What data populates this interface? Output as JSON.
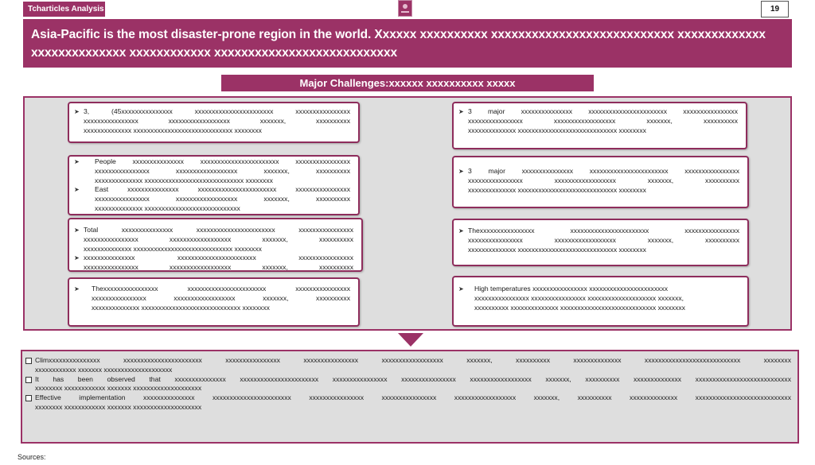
{
  "header": {
    "tag_label": "Tcharticles Analysis",
    "page_number": "19"
  },
  "banner": {
    "line1": "Asia-Pacific is the most disaster-prone region in the world. Xxxxxx xxxxxxxxxx xxxxxxxxxxxxxxxxxxxxxxxxxxx xxxxxxxxxxxxx",
    "line2": "xxxxxxxxxxxxxx xxxxxxxxxxxx xxxxxxxxxxxxxxxxxxxxxxxxxxx"
  },
  "subheading": "Major Challenges:xxxxxx xxxxxxxxxx xxxxx",
  "cards": {
    "c1": {
      "l1": "3,  (45xxxxxxxxxxxxxxx  xxxxxxxxxxxxxxxxxxxxxxx  xxxxxxxxxxxxxxxx",
      "l2": "xxxxxxxxxxxxxxxx  xxxxxxxxxxxxxxxxxx  xxxxxxx,  xxxxxxxxxx",
      "l3": "xxxxxxxxxxxxxx xxxxxxxxxxxxxxxxxxxxxxxxxxxxx xxxxxxxx"
    },
    "c2": {
      "a1": "People  xxxxxxxxxxxxxxx  xxxxxxxxxxxxxxxxxxxxxxx  xxxxxxxxxxxxxxxx",
      "a2": "xxxxxxxxxxxxxxxx  xxxxxxxxxxxxxxxxxx  xxxxxxx,  xxxxxxxxxx",
      "a3": "xxxxxxxxxxxxxx xxxxxxxxxxxxxxxxxxxxxxxxxxxxx xxxxxxxx",
      "b1": "East  xxxxxxxxxxxxxxx  xxxxxxxxxxxxxxxxxxxxxxx  xxxxxxxxxxxxxxxx",
      "b2": "xxxxxxxxxxxxxxxx  xxxxxxxxxxxxxxxxxx  xxxxxxx,  xxxxxxxxxx",
      "b3": "xxxxxxxxxxxxxx xxxxxxxxxxxxxxxxxxxxxxxxxxxx"
    },
    "c3": {
      "a1": "Total  xxxxxxxxxxxxxxx  xxxxxxxxxxxxxxxxxxxxxxx  xxxxxxxxxxxxxxxx",
      "a2": "xxxxxxxxxxxxxxxx  xxxxxxxxxxxxxxxxxx  xxxxxxx,  xxxxxxxxxx",
      "a3": "xxxxxxxxxxxxxx xxxxxxxxxxxxxxxxxxxxxxxxxxxxx xxxxxxxx",
      "b1": "xxxxxxxxxxxxxxx  xxxxxxxxxxxxxxxxxxxxxxx  xxxxxxxxxxxxxxxx",
      "b2": "xxxxxxxxxxxxxxxx  xxxxxxxxxxxxxxxxxx  xxxxxxx,  xxxxxxxxxx"
    },
    "c4": {
      "l1": "Thexxxxxxxxxxxxxxxx  xxxxxxxxxxxxxxxxxxxxxxx  xxxxxxxxxxxxxxxx",
      "l2": "xxxxxxxxxxxxxxxx  xxxxxxxxxxxxxxxxxx  xxxxxxx,  xxxxxxxxxx",
      "l3": "xxxxxxxxxxxxxx xxxxxxxxxxxxxxxxxxxxxxxxxxxxx xxxxxxxx"
    },
    "c5": {
      "l1": "3  major  xxxxxxxxxxxxxxx  xxxxxxxxxxxxxxxxxxxxxxx  xxxxxxxxxxxxxxxx",
      "l2": "xxxxxxxxxxxxxxxx  xxxxxxxxxxxxxxxxxx  xxxxxxx,  xxxxxxxxxx",
      "l3": "xxxxxxxxxxxxxx xxxxxxxxxxxxxxxxxxxxxxxxxxxxx xxxxxxxx"
    },
    "c6": {
      "l1": "3  major  xxxxxxxxxxxxxxx  xxxxxxxxxxxxxxxxxxxxxxx  xxxxxxxxxxxxxxxx",
      "l2": "xxxxxxxxxxxxxxxx  xxxxxxxxxxxxxxxxxx  xxxxxxx,  xxxxxxxxxx",
      "l3": "xxxxxxxxxxxxxx xxxxxxxxxxxxxxxxxxxxxxxxxxxxx xxxxxxxx"
    },
    "c7": {
      "l1": "Thexxxxxxxxxxxxxxxx  xxxxxxxxxxxxxxxxxxxxxxx  xxxxxxxxxxxxxxxx",
      "l2": "xxxxxxxxxxxxxxxx  xxxxxxxxxxxxxxxxxx  xxxxxxx,  xxxxxxxxxx",
      "l3": "xxxxxxxxxxxxxx xxxxxxxxxxxxxxxxxxxxxxxxxxxxx xxxxxxxx"
    },
    "c8": {
      "l1": "High temperatures xxxxxxxxxxxxxxxx xxxxxxxxxxxxxxxxxxxxxxx",
      "l2": "xxxxxxxxxxxxxxxx xxxxxxxxxxxxxxxx xxxxxxxxxxxxxxxxxxxx xxxxxxx,",
      "l3": "xxxxxxxxxx xxxxxxxxxxxxxx xxxxxxxxxxxxxxxxxxxxxxxxxxxx xxxxxxxx"
    }
  },
  "bottom": {
    "b1l1": "Climxxxxxxxxxxxxxxx  xxxxxxxxxxxxxxxxxxxxxxx  xxxxxxxxxxxxxxxx  xxxxxxxxxxxxxxxx  xxxxxxxxxxxxxxxxxx  xxxxxxx,  xxxxxxxxxx  xxxxxxxxxxxxxx  xxxxxxxxxxxxxxxxxxxxxxxxxxxx  xxxxxxxx",
    "b1l2": "xxxxxxxxxxxx xxxxxxx xxxxxxxxxxxxxxxxxxxx",
    "b2l1": "It has been observed that xxxxxxxxxxxxxxx xxxxxxxxxxxxxxxxxxxxxxx xxxxxxxxxxxxxxxx xxxxxxxxxxxxxxxx xxxxxxxxxxxxxxxxxx xxxxxxx, xxxxxxxxxx xxxxxxxxxxxxxx xxxxxxxxxxxxxxxxxxxxxxxxxxxx",
    "b2l2": "xxxxxxxx xxxxxxxxxxxx xxxxxxx xxxxxxxxxxxxxxxxxxxx",
    "b3l1": "Effective implementation xxxxxxxxxxxxxxx xxxxxxxxxxxxxxxxxxxxxxx xxxxxxxxxxxxxxxx xxxxxxxxxxxxxxxx xxxxxxxxxxxxxxxxxx xxxxxxx, xxxxxxxxxx xxxxxxxxxxxxxx xxxxxxxxxxxxxxxxxxxxxxxxxxxx",
    "b3l2": "xxxxxxxx xxxxxxxxxxxx xxxxxxx xxxxxxxxxxxxxxxxxxxx"
  },
  "sources_label": "Sources:",
  "colors": {
    "accent": "#9b3266",
    "panel": "#dedede"
  }
}
